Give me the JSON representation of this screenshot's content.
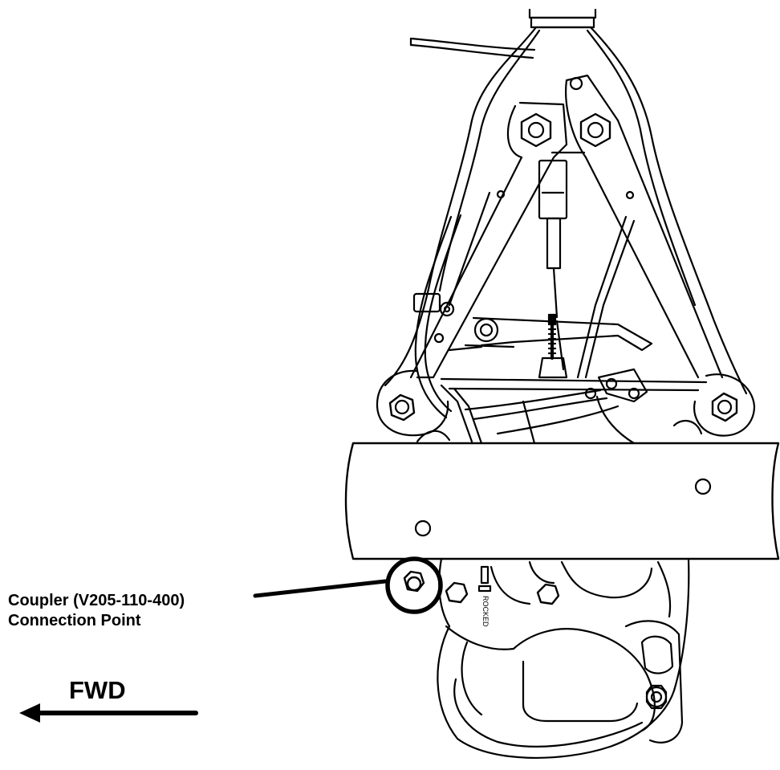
{
  "callout": {
    "line1": "Coupler (V205-110-400)",
    "line2": "Connection Point"
  },
  "direction": {
    "label": "FWD"
  },
  "placard_text": "ROCKED",
  "colors": {
    "ink": "#000000",
    "paper": "#ffffff"
  }
}
